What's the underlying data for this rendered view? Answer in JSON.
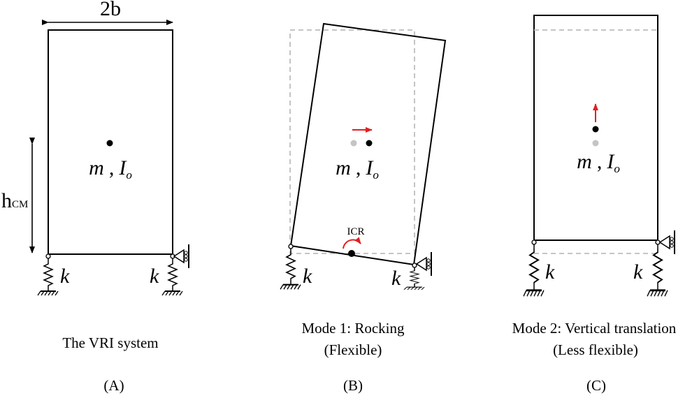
{
  "panel_a": {
    "width_label": "2b",
    "height_label_main": "h",
    "height_label_sub": "CM",
    "mass_label": "m",
    "separator": ",",
    "inertia_label": "I",
    "inertia_sub": "o",
    "spring_left": "k",
    "spring_right": "k",
    "caption": "The VRI system",
    "tag": "(A)"
  },
  "panel_b": {
    "mass_label": "m",
    "separator": ",",
    "inertia_label": "I",
    "inertia_sub": "o",
    "icr_label": "ICR",
    "spring_left": "k",
    "spring_right": "k",
    "caption_line1": "Mode 1: Rocking",
    "caption_line2": "(Flexible)",
    "tag": "(B)"
  },
  "panel_c": {
    "mass_label": "m",
    "separator": ",",
    "inertia_label": "I",
    "inertia_sub": "o",
    "spring_left": "k",
    "spring_right": "k",
    "caption_line1": "Mode 2: Vertical translation",
    "caption_line2": "(Less flexible)",
    "tag": "(C)"
  },
  "colors": {
    "line": "#000000",
    "dashed_reference": "#bdbdbd",
    "motion_arrow": "#e02020"
  }
}
